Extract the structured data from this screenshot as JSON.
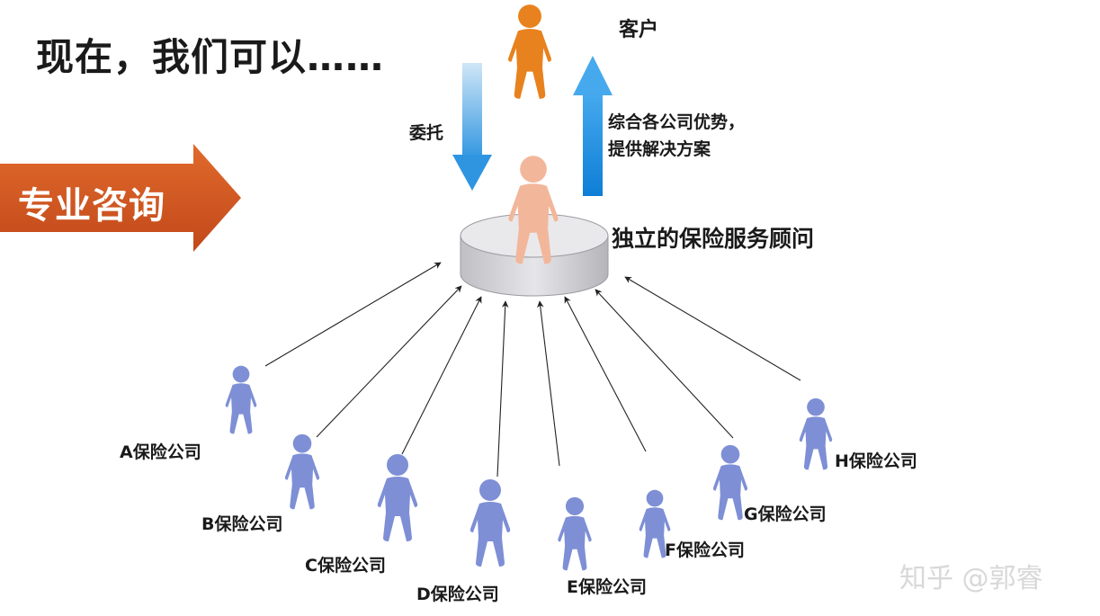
{
  "title": "现在，我们可以……",
  "client": {
    "label": "客户"
  },
  "delegate_label": "委托",
  "advantage_label": {
    "line1": "综合各公司优势，",
    "line2": "提供解决方案"
  },
  "advisor_label": "独立的保险服务顾问",
  "professional_label": "专业咨询",
  "companies": [
    {
      "label": "A保险公司"
    },
    {
      "label": "B保险公司"
    },
    {
      "label": "C保险公司"
    },
    {
      "label": "D保险公司"
    },
    {
      "label": "E保险公司"
    },
    {
      "label": "F保险公司"
    },
    {
      "label": "G保险公司"
    },
    {
      "label": "H保险公司"
    }
  ],
  "watermark": "知乎 @郭睿",
  "colors": {
    "client_figure": "#e8821e",
    "advisor_figure": "#f2b79a",
    "company_figure": "#7e8fd6",
    "up_arrow": "#1e8ee0",
    "down_arrow": "#3ea0e6",
    "pro_arrow": "#d4571f",
    "pedestal": "#d9d9dc"
  }
}
